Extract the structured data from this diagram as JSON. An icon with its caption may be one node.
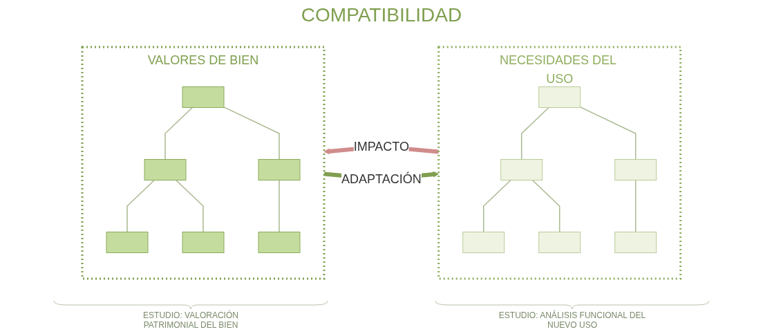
{
  "diagram": {
    "title": "COMPATIBILIDAD",
    "nodes": [
      {
        "text": [
          "VALORES DE BIEN"
        ]
      },
      {
        "text": [],
        "shape": "box",
        "in": 0
      },
      {
        "text": [],
        "shape": "box",
        "in": 0
      },
      {
        "text": [],
        "shape": "box",
        "in": 0
      },
      {
        "text": [],
        "shape": "box",
        "in": 0
      },
      {
        "text": [],
        "shape": "box",
        "in": 0
      },
      {
        "text": [],
        "shape": "box",
        "in": 0
      },
      {
        "text": [
          "NECESIDADES DEL USO"
        ]
      },
      {
        "text": [],
        "shape": "box",
        "in": 7
      },
      {
        "text": [],
        "shape": "box",
        "in": 7
      },
      {
        "text": [],
        "shape": "box",
        "in": 7
      },
      {
        "text": [],
        "shape": "box",
        "in": 7
      },
      {
        "text": [],
        "shape": "box",
        "in": 7
      },
      {
        "text": [],
        "shape": "box",
        "in": 7
      }
    ],
    "edges": [
      {
        "from": 1,
        "to": 2,
        "arrow": "none"
      },
      {
        "from": 1,
        "to": 3,
        "arrow": "none"
      },
      {
        "from": 2,
        "to": 4,
        "arrow": "none"
      },
      {
        "from": 2,
        "to": 5,
        "arrow": "none"
      },
      {
        "from": 3,
        "to": 6,
        "arrow": "none"
      },
      {
        "from": 8,
        "to": 9,
        "arrow": "none"
      },
      {
        "from": 8,
        "to": 10,
        "arrow": "none"
      },
      {
        "from": 9,
        "to": 11,
        "arrow": "none"
      },
      {
        "from": 9,
        "to": 12,
        "arrow": "none"
      },
      {
        "from": 10,
        "to": 13,
        "arrow": "none"
      },
      {
        "from": 0,
        "to": 7,
        "label": "ADAPTACIÓN",
        "arrow": "to",
        "style": "thick",
        "color": "#7f9f4f"
      },
      {
        "from": 7,
        "to": 0,
        "label": "IMPACTO",
        "arrow": "to",
        "style": "thick",
        "color": "#d08c8c"
      }
    ],
    "labels": [
      "ESTUDIO: VALORACIÓN PATRIMONIAL DEL BIEN",
      "ESTUDIO: ANÁLISIS FUNCIONAL DEL NUEVO USO"
    ]
  }
}
